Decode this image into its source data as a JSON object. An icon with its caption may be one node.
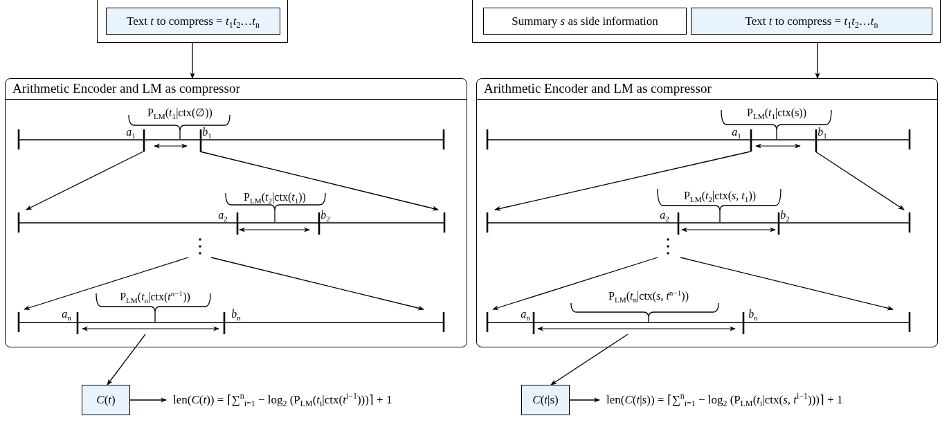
{
  "diagram": {
    "nodes": [
      {
        "text": [],
        "shape": "box"
      },
      {
        "text": [
          "Text *t* to compress = *t*$_{1}$*t*$_{2}$…*t*$_{n}$"
        ],
        "in": 0
      },
      {
        "text": [
          "Arithmetic Encoder and LM as compressor"
        ]
      },
      {
        "text": [],
        "shape": "bar",
        "in": 2
      },
      {
        "text": [],
        "shape": "bar",
        "in": 2
      },
      {
        "text": [],
        "shape": "bar",
        "in": 2
      },
      {
        "text": [
          "*C*(*t*)"
        ]
      },
      {
        "text": [
          "len(*C*(*t*)) = ⌈∑$^{n}$$_{i=1}$ − log$_{2}$ (P$_{LM}$(*t*$_{i}$|ctx(*t*$^{i−1}$)))⌉ + 1"
        ]
      },
      {
        "text": [],
        "shape": "box"
      },
      {
        "text": [
          "Summary *s* as side information"
        ],
        "in": 8
      },
      {
        "text": [
          "Text *t* to compress = *t*$_{1}$*t*$_{2}$…*t*$_{n}$"
        ],
        "in": 8
      },
      {
        "text": [
          "Arithmetic Encoder and LM as compressor"
        ]
      },
      {
        "text": [],
        "shape": "bar",
        "in": 11
      },
      {
        "text": [],
        "shape": "bar",
        "in": 11
      },
      {
        "text": [],
        "shape": "bar",
        "in": 11
      },
      {
        "text": [
          "*C*(*t*|s)"
        ]
      },
      {
        "text": [
          "len(*C*(*t*|*s*)) = ⌈∑$^{n}$$_{i=1}$ − log$_{2}$ (P$_{LM}$(*t*$_{i}$|ctx(*s*, *t*$^{i−1}$)))⌉ + 1"
        ]
      }
    ],
    "edges": [
      {
        "from": 0,
        "to": 2,
        "arrow": "to"
      },
      {
        "from": 3,
        "to": 4,
        "arrow": "to"
      },
      {
        "from": 3,
        "to": 4,
        "arrow": "to"
      },
      {
        "from": null,
        "to": 5,
        "arrow": "to"
      },
      {
        "from": null,
        "to": 5,
        "arrow": "to"
      },
      {
        "from": 5,
        "to": 6,
        "arrow": "to"
      },
      {
        "from": 6,
        "to": 7,
        "arrow": "to"
      },
      {
        "from": 8,
        "to": 11,
        "arrow": "to"
      },
      {
        "from": 12,
        "to": 13,
        "arrow": "to"
      },
      {
        "from": 12,
        "to": 13,
        "arrow": "to"
      },
      {
        "from": null,
        "to": 14,
        "arrow": "to"
      },
      {
        "from": null,
        "to": 14,
        "arrow": "to"
      },
      {
        "from": 14,
        "to": 15,
        "arrow": "to"
      },
      {
        "from": 15,
        "to": 16,
        "arrow": "to"
      }
    ],
    "labels": [
      "P$_{LM}$(*t*$_{1}$|ctx(∅))",
      "*a*$_{1}$",
      "*b*$_{1}$",
      "P$_{LM}$(*t*$_{2}$|ctx(*t*$_{1}$))",
      "*a*$_{2}$",
      "*b*$_{2}$",
      "P$_{LM}$(*t*$_{n}$|ctx(*t*$^{n−1}$))",
      "*a*$_{n}$",
      "*b*$_{n}$",
      "P$_{LM}$(*t*$_{1}$|ctx(s))",
      "*a*$_{1}$",
      "*b*$_{1}$",
      "P$_{LM}$(*t*$_{2}$|ctx(*s*, *t*$_{1}$))",
      "*a*$_{2}$",
      "*b*$_{2}$",
      "P$_{LM}$(*t*$_{n}$|ctx(*s*, *t*$^{n−1}$))",
      "*a*$_{n}$",
      "*b*$_{n}$"
    ]
  }
}
